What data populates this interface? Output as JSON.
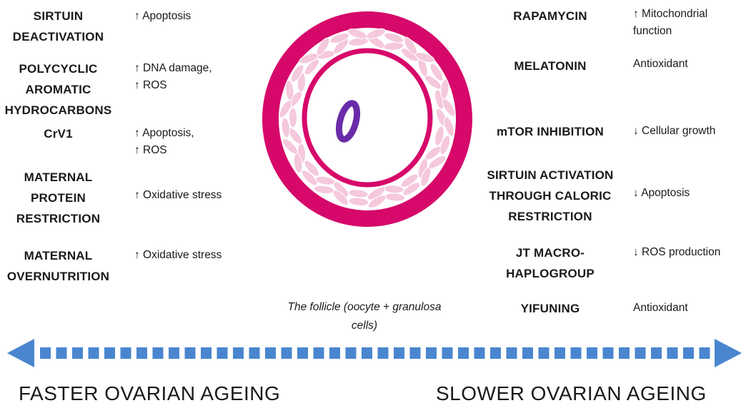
{
  "faster_factors": [
    {
      "name": "SIRTUIN\nDEACTIVATION",
      "effect": "↑ Apoptosis"
    },
    {
      "name": "POLYCYCLIC\nAROMATIC\nHYDROCARBONS",
      "effect": "↑ DNA damage,\n↑ ROS"
    },
    {
      "name": "CrV1",
      "effect": "↑ Apoptosis,\n↑ ROS"
    },
    {
      "name": "MATERNAL\nPROTEIN\nRESTRICTION",
      "effect": "↑ Oxidative stress"
    },
    {
      "name": "MATERNAL\nOVERNUTRITION",
      "effect": "↑ Oxidative stress"
    }
  ],
  "slower_factors": [
    {
      "name": "RAPAMYCIN",
      "effect": "↑ Mitochondrial\nfunction"
    },
    {
      "name": "MELATONIN",
      "effect": "Antioxidant"
    },
    {
      "name": "mTOR INHIBITION",
      "effect": "↓ Cellular growth"
    },
    {
      "name": "SIRTUIN ACTIVATION\nTHROUGH CALORIC\nRESTRICTION",
      "effect": "↓ Apoptosis"
    },
    {
      "name": "JT MACRO-\nHAPLOGROUP",
      "effect": "↓ ROS production"
    },
    {
      "name": "YIFUNING",
      "effect": "Antioxidant"
    }
  ],
  "follicle_caption": "The follicle (oocyte + granulosa\ncells)",
  "footer": {
    "left": "FASTER OVARIAN AGEING",
    "right": "SLOWER OVARIAN AGEING"
  },
  "colors": {
    "theca": "#d6086a",
    "granulosa_cell": "#f5c8dc",
    "nucleus": "#6a2ba8",
    "arrow": "#4a86cf"
  }
}
